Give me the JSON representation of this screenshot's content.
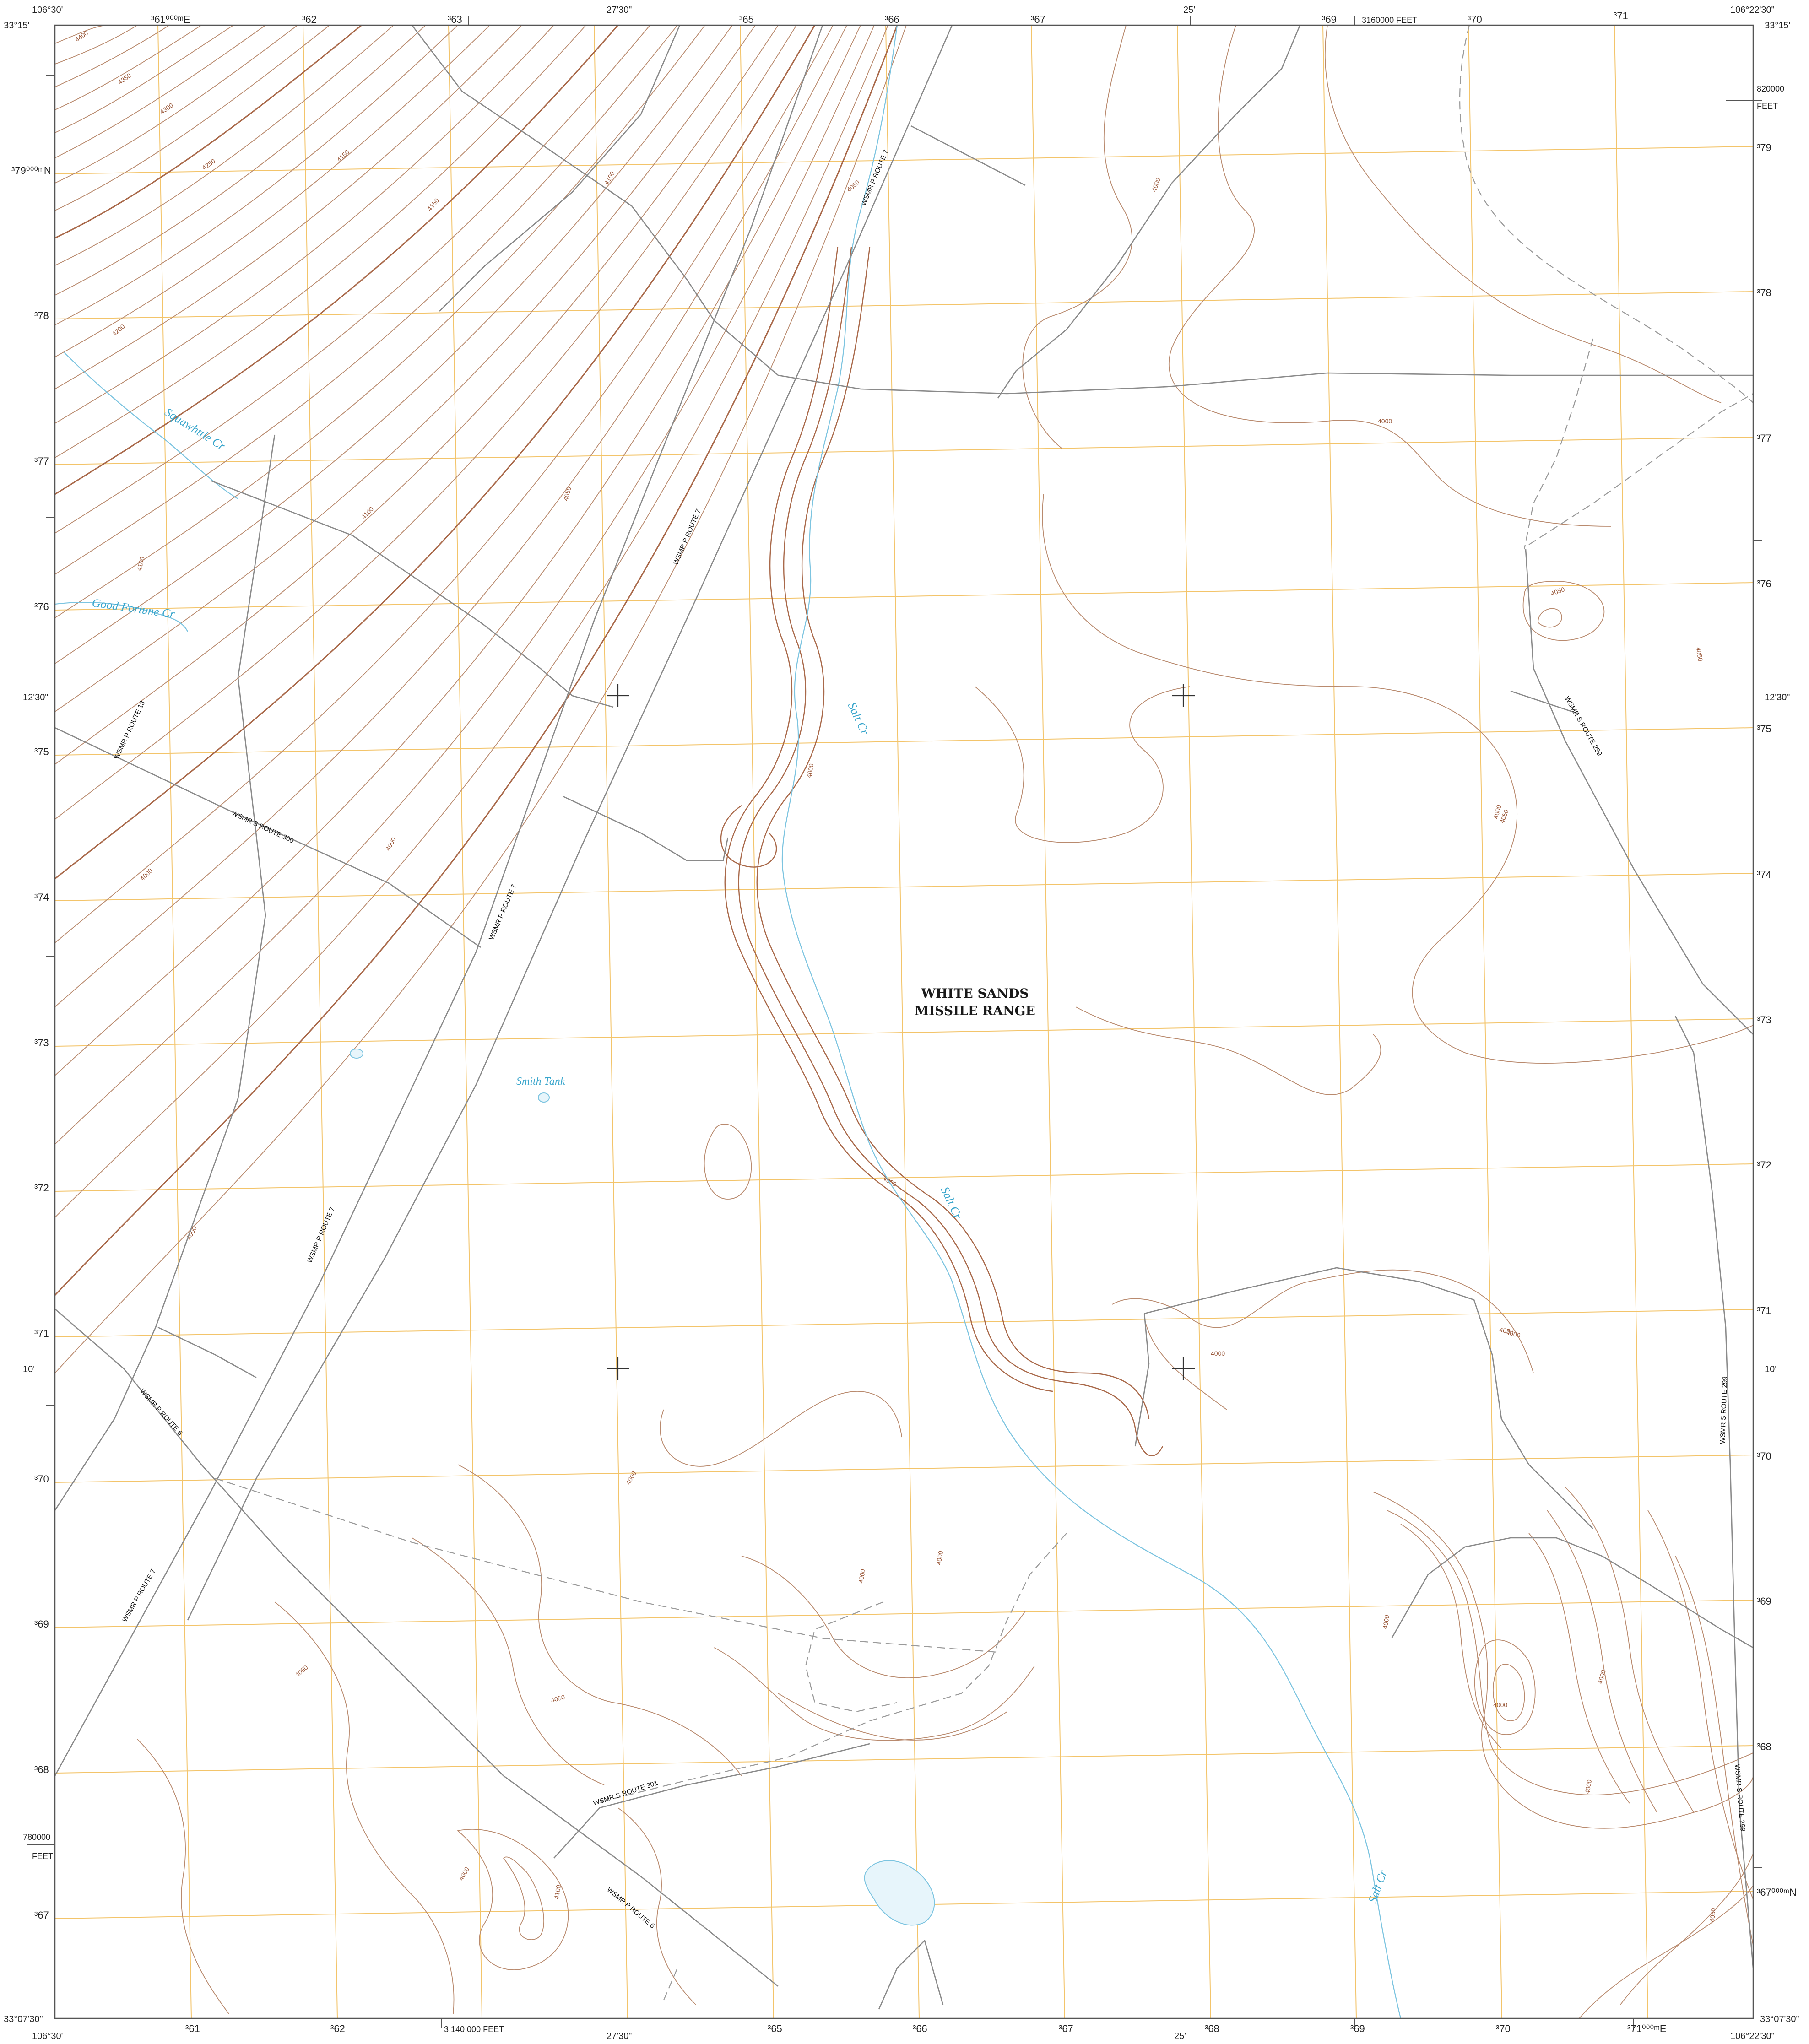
{
  "map": {
    "colors": {
      "contour": "#b98a6e",
      "contour_index": "#a9694a",
      "grid": "#f3c46a",
      "road": "#8a8a8a",
      "water": "#7cc4e0",
      "water_text": "#3aa6cc",
      "neatline": "#555555",
      "paper": "#ffffff"
    },
    "corners": {
      "tl_lon": "106°30'",
      "tl_lat": "33°15'",
      "tr_lon": "106°22'30\"",
      "tr_lat": "33°15'",
      "bl_lon": "106°30'",
      "bl_lat": "33°07'30\"",
      "br_lon": "106°22'30\"",
      "br_lat": "33°07'30\""
    },
    "graticule": {
      "lon_top_mid": "27'30\"",
      "lon_top_25": "25'",
      "lon_bottom_mid": "27'30\"",
      "lon_bottom_25": "25'",
      "lat_left_1230": "12'30\"",
      "lat_right_1230": "12'30\"",
      "lat_left_10": "10'",
      "lat_right_10": "10'"
    },
    "feet_labels": {
      "top": "3160000 FEET",
      "bottom": "3 140 000 FEET",
      "right_num": "820000",
      "right_unit": "FEET",
      "left_num": "780000",
      "left_unit": "FEET"
    },
    "utm_top": [
      "³61⁰⁰⁰ᵐE",
      "³62",
      "³63",
      "³65",
      "³66",
      "³67",
      "³69",
      "³70",
      "³71"
    ],
    "utm_bottom": [
      "³61",
      "³62",
      "³65",
      "³66",
      "³67",
      "³68",
      "³69",
      "³70",
      "³71⁰⁰⁰ᵐE"
    ],
    "utm_left": [
      "³79⁰⁰⁰ᵐN",
      "³78",
      "³77",
      "³76",
      "³75",
      "³74",
      "³73",
      "³72",
      "³71",
      "³70",
      "³69",
      "³68",
      "³67"
    ],
    "utm_right": [
      "³79",
      "³78",
      "³77",
      "³76",
      "³75",
      "³74",
      "³73",
      "³72",
      "³71",
      "³70",
      "³69",
      "³68",
      "³67⁰⁰⁰ᵐN"
    ],
    "routes": {
      "r7_a": "WSMR P ROUTE 7",
      "r7_b": "WSMR P ROUTE 7",
      "r7_c": "WSMR P ROUTE 7",
      "r7_d": "WSMR P ROUTE 7",
      "r7_e": "WSMR P ROUTE 7",
      "r13": "WSMR P ROUTE 13",
      "r300": "WSMR S ROUTE 300",
      "r6_a": "WSMR P ROUTE 6",
      "r6_b": "WSMR P ROUTE 6",
      "r301": "WSMR S ROUTE 301",
      "r299_a": "WSMR S ROUTE 299",
      "r299_b": "WSMR S ROUTE 299",
      "r299_c": "WSMR S ROUTE 299"
    },
    "water": {
      "squaw": "Squawhttle Cr",
      "goodfortune": "Good Fortune Cr",
      "salt_a": "Salt Cr",
      "salt_b": "Salt Cr",
      "salt_c": "Salt Cr",
      "smith": "Smith Tank"
    },
    "region": {
      "line1": "WHITE SANDS",
      "line2": "MISSILE RANGE"
    },
    "contours": {
      "c1": "4400",
      "c2": "4350",
      "c3": "4300",
      "c4": "4250",
      "c5": "4200",
      "c6": "4150",
      "c7": "4100",
      "c8": "4150",
      "c9": "4100",
      "c10": "4100",
      "c11": "4050",
      "c12": "4050",
      "c13": "4000",
      "c14": "4000",
      "c15": "4050",
      "c16": "4050",
      "c17": "4000",
      "c18": "4000",
      "c19": "4000",
      "c20": "4000",
      "c21": "4000",
      "c22": "4000",
      "c23": "4050",
      "c24": "4000",
      "c25": "4000",
      "c26": "4000",
      "c27": "4000",
      "c28": "4050",
      "c29": "4050",
      "c30": "4000",
      "c31": "4000",
      "c32": "4000",
      "c33": "4000",
      "c34": "4050",
      "c35": "4000",
      "c36": "4100",
      "c37": "4050",
      "c38": "4000"
    }
  }
}
